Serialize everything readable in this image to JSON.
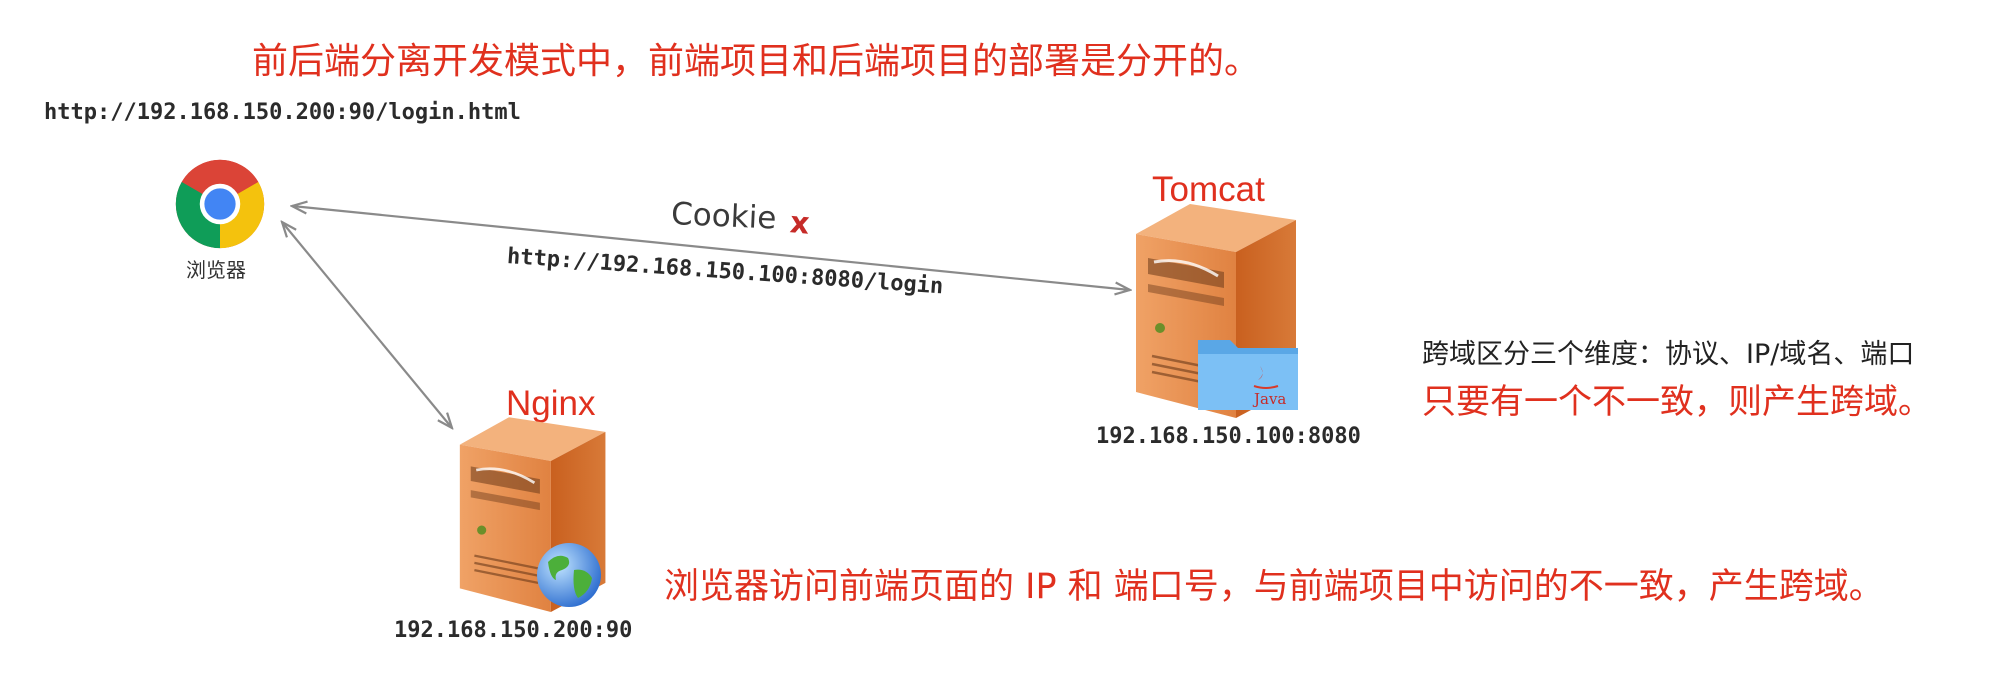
{
  "title": "前后端分离开发模式中，前端项目和后端项目的部署是分开的。",
  "browser": {
    "url": "http://192.168.150.200:90/login.html",
    "label": "浏览器",
    "icon": "chrome-icon"
  },
  "tomcat": {
    "label": "Tomcat",
    "address": "192.168.150.100:8080",
    "icon": "server-icon",
    "badge_icon": "java-folder-icon",
    "badge_text": "Java"
  },
  "nginx": {
    "label": "Nginx",
    "address": "192.168.150.200:90",
    "icon": "server-icon",
    "badge_icon": "globe-icon"
  },
  "request": {
    "cookie_label": "Cookie",
    "cookie_blocked_mark": "x",
    "url": "http://192.168.150.100:8080/login"
  },
  "notes": {
    "cross_domain_rule": "跨域区分三个维度：协议、IP/域名、端口",
    "cross_domain_condition": "只要有一个不一致，则产生跨域。",
    "bottom": "浏览器访问前端页面的 IP 和 端口号，与前端项目中访问的不一致，产生跨域。"
  },
  "colors": {
    "highlight_red": "#e0301e",
    "server_orange": "#d9692a",
    "arrow_gray": "#8a8a8a"
  }
}
